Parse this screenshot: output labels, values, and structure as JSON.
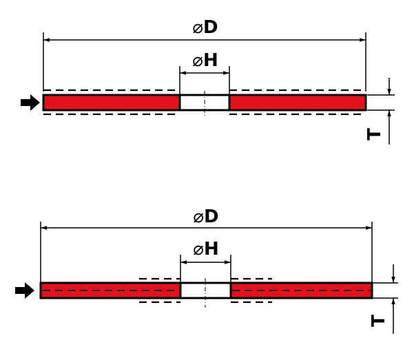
{
  "colors": {
    "wheel_fill": "#e3111b",
    "stroke": "#000000",
    "background": "#ffffff"
  },
  "diagrams": [
    {
      "name": "top-wheel-profile",
      "outer_diameter_label": {
        "symbol": "⌀",
        "letter": "D"
      },
      "bore_diameter_label": {
        "symbol": "⌀",
        "letter": "H"
      },
      "thickness_label": "T",
      "feed_direction_icon": "arrow-right-icon"
    },
    {
      "name": "bottom-wheel-profile",
      "outer_diameter_label": {
        "symbol": "⌀",
        "letter": "D"
      },
      "bore_diameter_label": {
        "symbol": "⌀",
        "letter": "H"
      },
      "thickness_label": "T",
      "feed_direction_icon": "arrow-right-icon"
    }
  ]
}
